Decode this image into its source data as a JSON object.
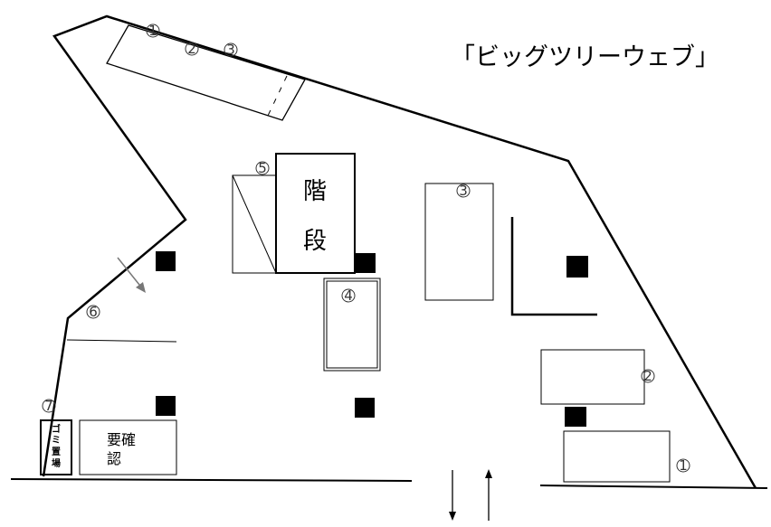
{
  "title": "「ビッグツリーウェブ」",
  "stairs_label": [
    "階",
    "段"
  ],
  "garbage_label": [
    "ゴ",
    "ミ",
    "置",
    "場"
  ],
  "confirm_label": [
    "要確",
    "認"
  ],
  "markers": {
    "top_1": "1",
    "top_2": "2",
    "top_3": "3",
    "m1": "1",
    "m2": "2",
    "m3": "3",
    "m4": "4",
    "m5": "5",
    "m6": "6",
    "m7": "7"
  }
}
